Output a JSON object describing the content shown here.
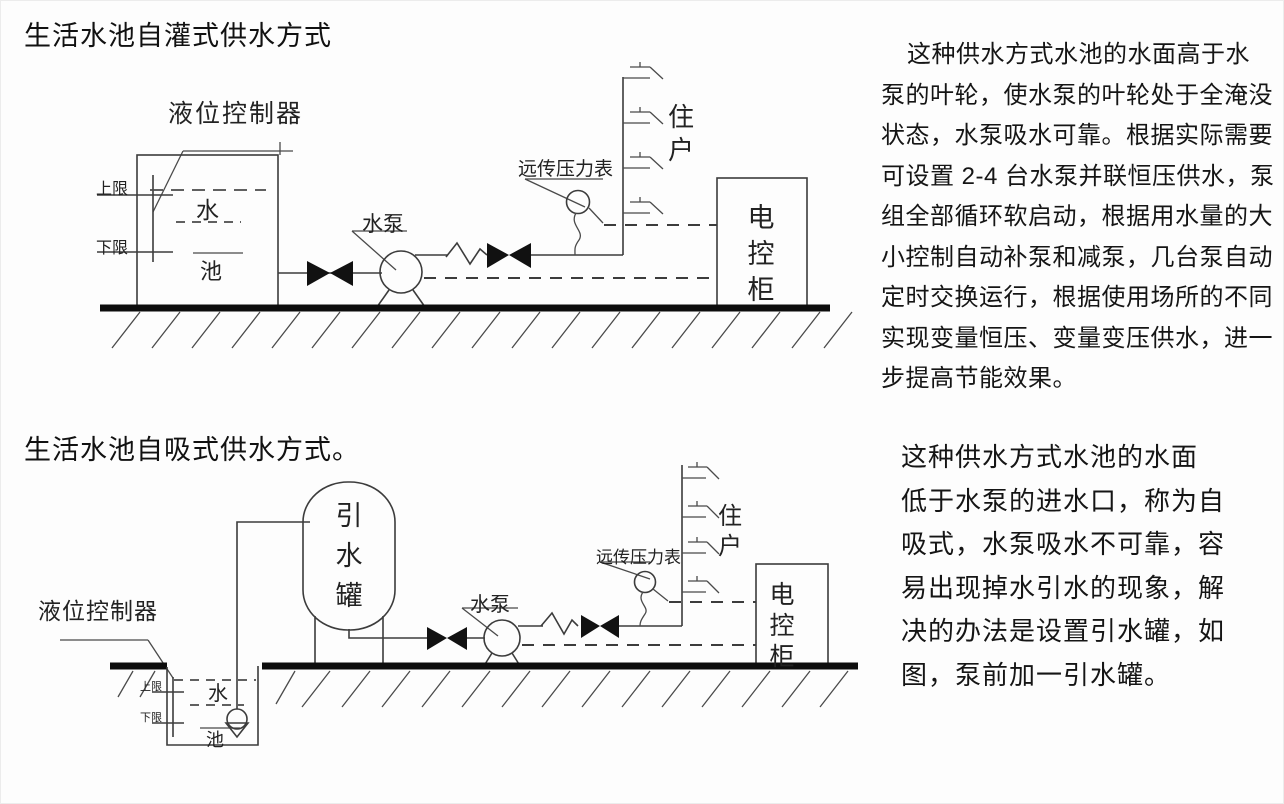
{
  "page": {
    "background": "#fdfdfd",
    "line_color": "#3c3c3c",
    "ground_color": "#0d0d0d"
  },
  "diagram1": {
    "title": "生活水池自灌式供水方式",
    "level_controller": "液位控制器",
    "upper_limit": "上限",
    "lower_limit": "下限",
    "water": "水",
    "pool": "池",
    "pump": "水泵",
    "pressure_gauge": "远传压力表",
    "residents": "住户",
    "control_cabinet": "电控柜"
  },
  "diagram2": {
    "title": "生活水池自吸式供水方式。",
    "priming_tank": "引水罐",
    "level_controller": "液位控制器",
    "upper_limit": "上限",
    "lower_limit": "下限",
    "water": "水",
    "pool": "池",
    "pump": "水泵",
    "pressure_gauge": "远传压力表",
    "residents": "住户",
    "control_cabinet": "电控柜"
  },
  "notes1": {
    "lines": [
      "这种供水方式水池的水面高于水",
      "泵的叶轮，使水泵的叶轮处于全淹没",
      "状态，水泵吸水可靠。根据实际需要",
      "可设置 2-4 台水泵并联恒压供水，泵",
      "组全部循环软启动，根据用水量的大",
      "小控制自动补泵和减泵，几台泵自动",
      "定时交换运行，根据使用场所的不同",
      "实现变量恒压、变量变压供水，进一",
      "步提高节能效果。"
    ]
  },
  "notes2": {
    "lines": [
      "这种供水方式水池的水面",
      "低于水泵的进水口，称为自",
      "吸式，水泵吸水不可靠，容",
      "易出现掉水引水的现象，解",
      "决的办法是设置引水罐，如",
      "图，泵前加一引水罐。"
    ]
  }
}
